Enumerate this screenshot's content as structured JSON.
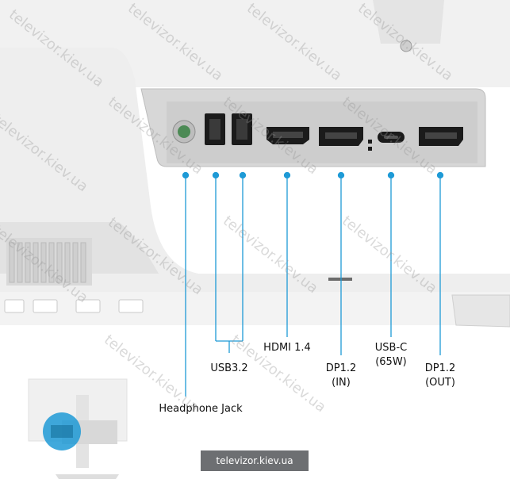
{
  "labels": {
    "headphone": "Headphone Jack",
    "usb": "USB3.2",
    "hdmi": "HDMI 1.4",
    "dp_in_1": "DP1.2",
    "dp_in_2": "(IN)",
    "usbc_1": "USB-C",
    "usbc_2": "(65W)",
    "dp_out_1": "DP1.2",
    "dp_out_2": "(OUT)"
  },
  "watermark": "televizor.kiev.ua",
  "badge": "televizor.kiev.ua",
  "colors": {
    "accent": "#1e9ad6",
    "panel": "#e9e9e9",
    "bay": "#d6d6d6",
    "port": "#1b1b1b"
  }
}
